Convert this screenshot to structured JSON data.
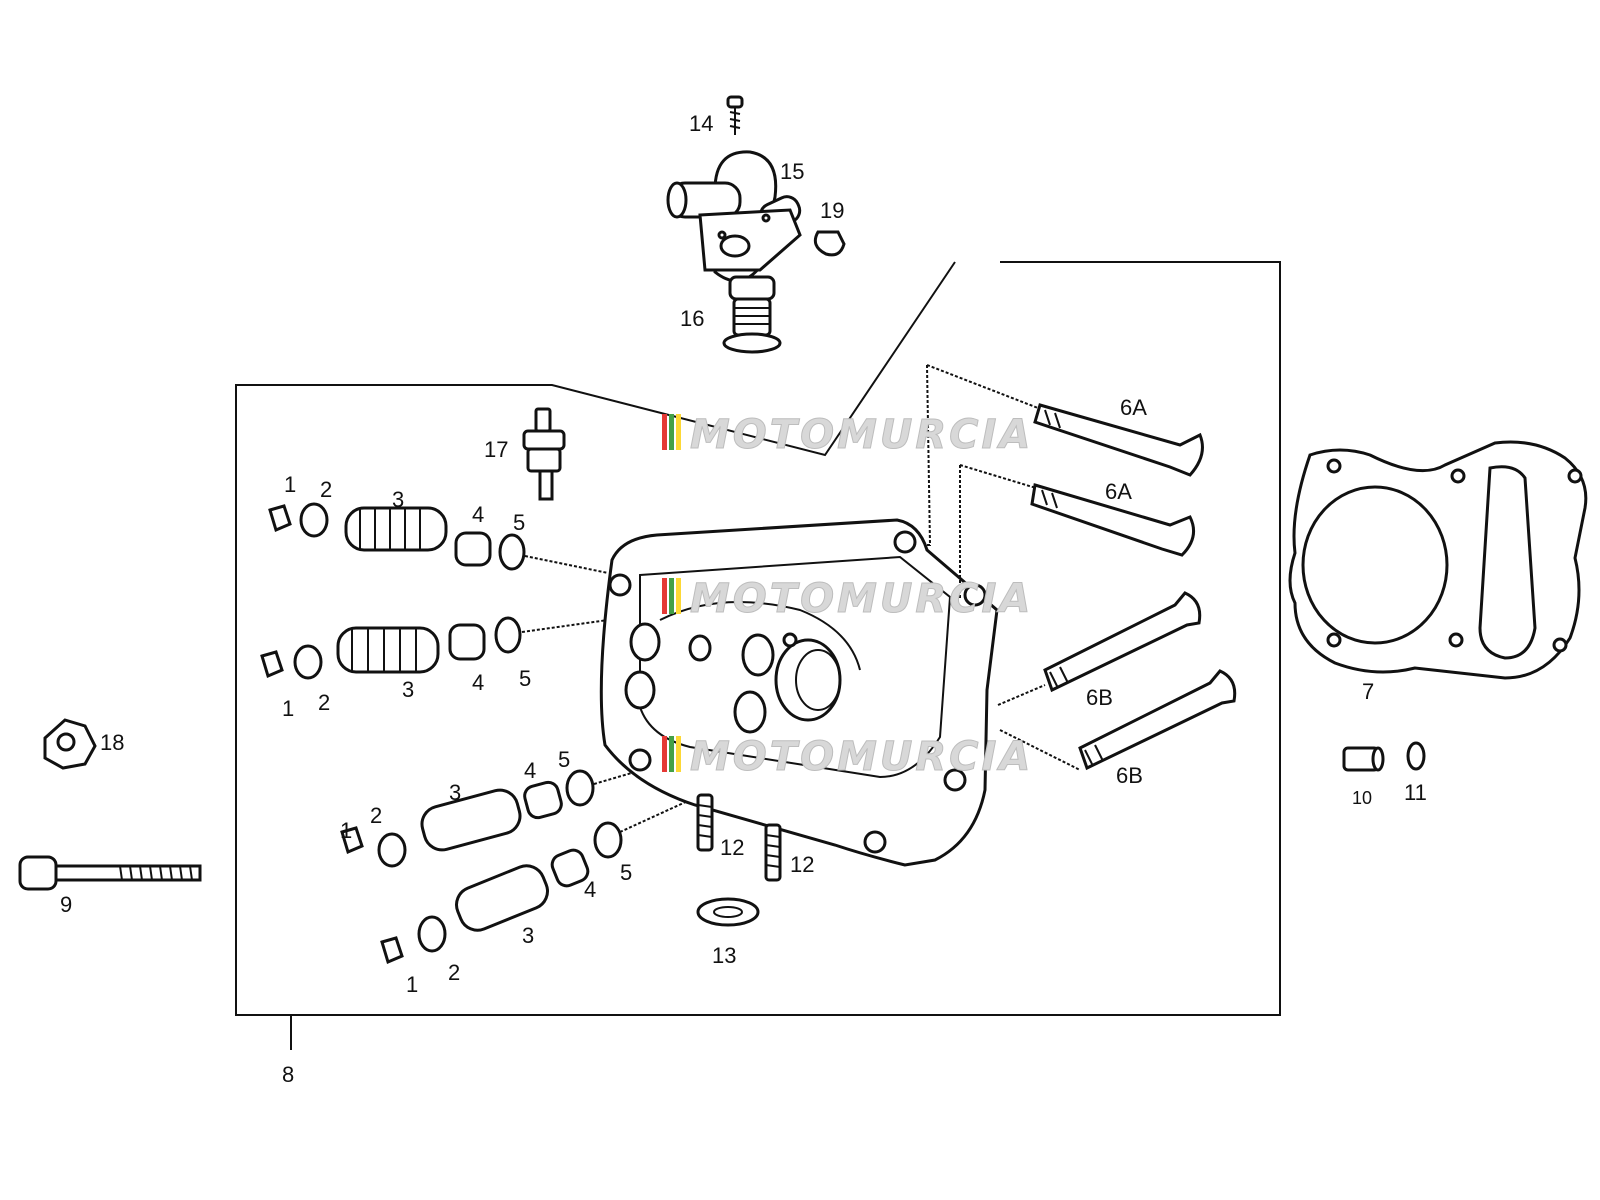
{
  "diagram": {
    "watermark": "MOTOMURCIA",
    "callouts": {
      "p1": "1",
      "p2": "2",
      "p3": "3",
      "p4": "4",
      "p5": "5",
      "p6a": "6A",
      "p6b": "6B",
      "p7": "7",
      "p8": "8",
      "p9": "9",
      "p10": "10",
      "p11": "11",
      "p12": "12",
      "p13": "13",
      "p14": "14",
      "p15": "15",
      "p16": "16",
      "p17": "17",
      "p18": "18",
      "p19": "19"
    },
    "colors": {
      "ink": "#111111",
      "watermark": "#d8d8d8",
      "watermark_stripes": [
        "#e53935",
        "#43a047",
        "#fdd835"
      ]
    }
  }
}
